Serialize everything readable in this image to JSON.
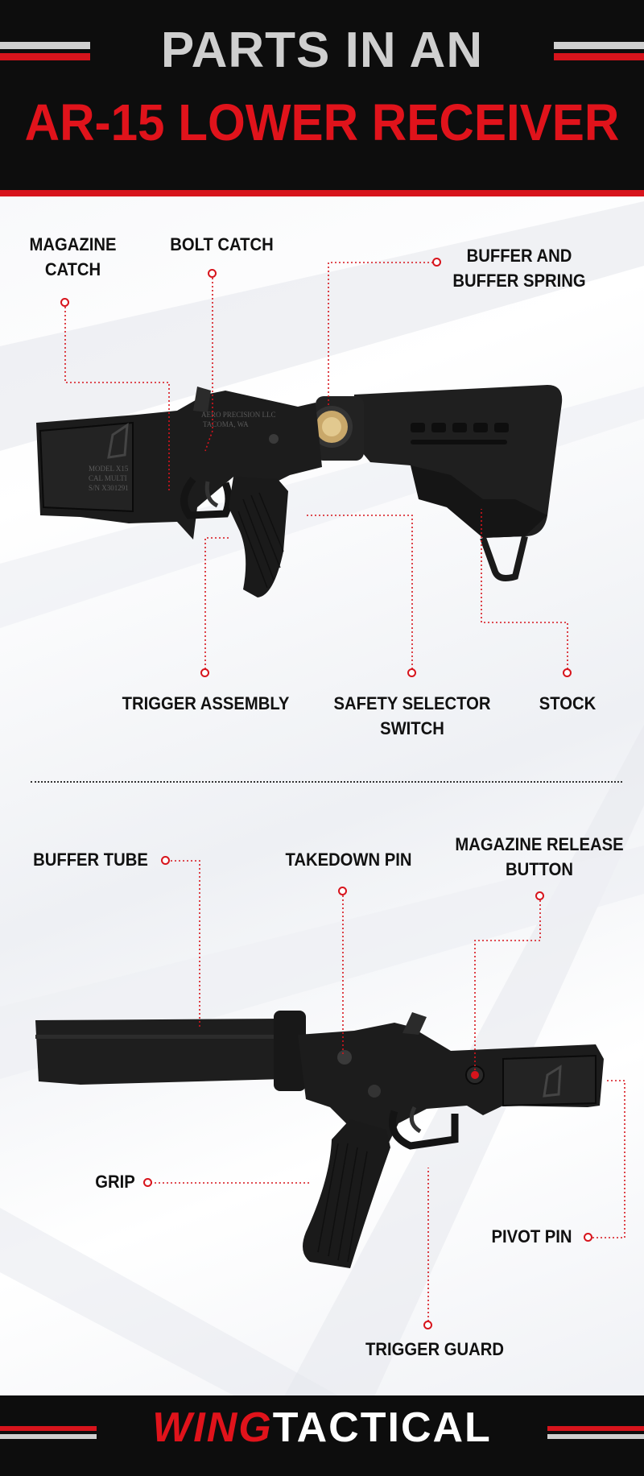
{
  "header": {
    "title_line1": "PARTS IN AN",
    "title_line2": "AR-15 LOWER RECEIVER"
  },
  "top_diagram": {
    "labels": {
      "magazine_catch_1": "MAGAZINE",
      "magazine_catch_2": "CATCH",
      "bolt_catch": "BOLT CATCH",
      "buffer_1": "BUFFER AND",
      "buffer_2": "BUFFER SPRING",
      "trigger_assembly": "TRIGGER ASSEMBLY",
      "safety_1": "SAFETY SELECTOR",
      "safety_2": "SWITCH",
      "stock": "STOCK"
    },
    "engraving": {
      "maker_1": "AERO PRECISION LLC",
      "maker_2": "TACOMA, WA",
      "model": "MODEL X15",
      "caliber": "CAL MULTI",
      "serial": "S/N X301291"
    }
  },
  "bottom_diagram": {
    "labels": {
      "buffer_tube": "BUFFER TUBE",
      "takedown_pin": "TAKEDOWN PIN",
      "mag_release_1": "MAGAZINE RELEASE",
      "mag_release_2": "BUTTON",
      "grip": "GRIP",
      "pivot_pin": "PIVOT PIN",
      "trigger_guard": "TRIGGER GUARD"
    }
  },
  "footer": {
    "brand_part1": "WING",
    "brand_part2": "TACTICAL"
  },
  "colors": {
    "accent_red": "#d7141c",
    "header_black": "#0d0d0d",
    "title_gray": "#cfcfcf",
    "part_black": "#1c1c1c"
  }
}
